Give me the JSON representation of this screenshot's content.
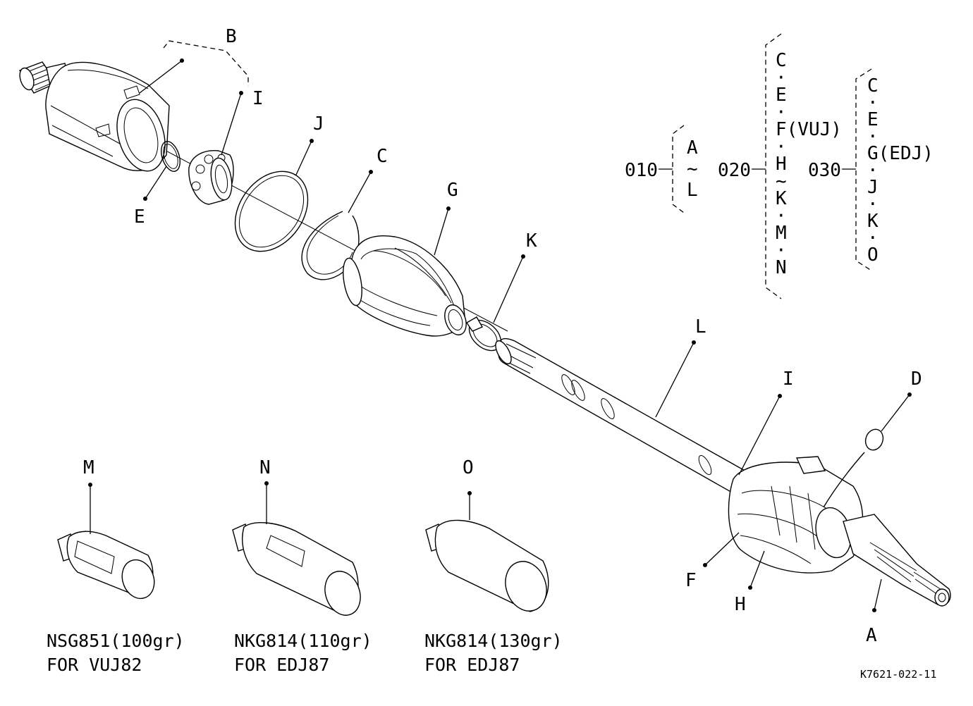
{
  "callouts": {
    "A": "A",
    "B": "B",
    "C": "C",
    "D": "D",
    "E": "E",
    "F": "F",
    "G": "G",
    "H": "H",
    "I_top": "I",
    "I_bottom": "I",
    "J": "J",
    "K": "K",
    "L": "L",
    "M": "M",
    "N": "N",
    "O": "O"
  },
  "groups": {
    "g010": {
      "code": "010",
      "items": [
        "A",
        "~",
        "L"
      ]
    },
    "g020": {
      "code": "020",
      "items": [
        "C",
        "·",
        "E",
        "·",
        "F(VUJ)",
        "·",
        "H",
        "~",
        "K",
        "·",
        "M",
        "·",
        "N"
      ]
    },
    "g030": {
      "code": "030",
      "items": [
        "C",
        "·",
        "E",
        "·",
        "G(EDJ)",
        "·",
        "J",
        "·",
        "K",
        "·",
        "O"
      ]
    }
  },
  "grease": [
    {
      "id": "M",
      "line1": "NSG851(100gr)",
      "line2": "FOR VUJ82"
    },
    {
      "id": "N",
      "line1": "NKG814(110gr)",
      "line2": "FOR EDJ87"
    },
    {
      "id": "O",
      "line1": "NKG814(130gr)",
      "line2": "FOR EDJ87"
    }
  ],
  "drawing_number": "K7621-022-11",
  "colors": {
    "ink": "#000000",
    "paper": "#ffffff"
  }
}
